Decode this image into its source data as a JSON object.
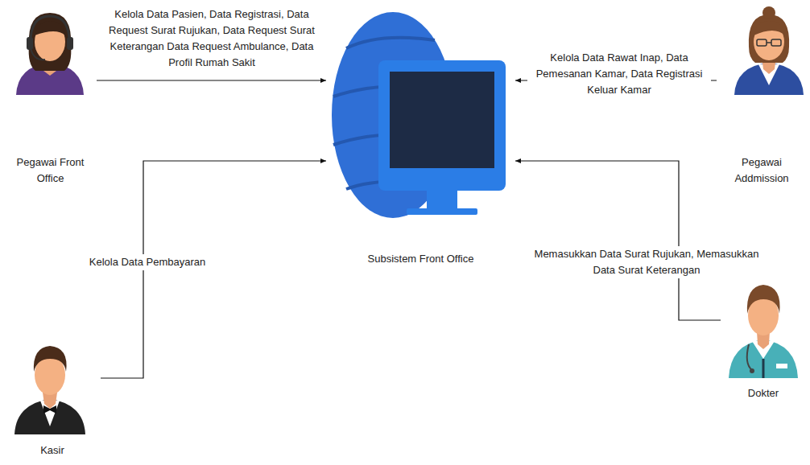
{
  "diagram": {
    "nodes": [
      {
        "text": [
          "Pegawai Front Office"
        ]
      },
      {
        "text": [
          "Pegawai Addmission"
        ]
      },
      {
        "text": [
          "Subsistem Front Office"
        ]
      },
      {
        "text": [
          "Kasir"
        ]
      },
      {
        "text": [
          "Dokter"
        ]
      }
    ],
    "edges": [
      {
        "from": 0,
        "to": 2,
        "arrow": "to",
        "label": "Kelola Data Pasien, Data Registrasi, Data Request Surat Rujukan, Data Request Surat Keterangan Data Request Ambulance, Data Profil Rumah Sakit"
      },
      {
        "from": 1,
        "to": 2,
        "arrow": "to",
        "label": "Kelola Data Rawat Inap, Data Pemesanan Kamar, Data Registrasi Keluar Kamar"
      },
      {
        "from": 3,
        "to": 2,
        "arrow": "to",
        "label": "Kelola Data Pembayaran"
      },
      {
        "from": 4,
        "to": 2,
        "arrow": "to",
        "label": "Memasukkan Data Surat Rujukan, Memasukkan Data Surat Keterangan"
      }
    ]
  }
}
